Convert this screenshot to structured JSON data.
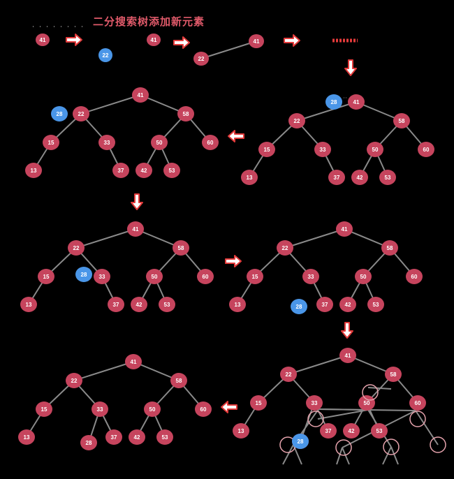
{
  "title": "二分搜索树添加新元素",
  "colors": {
    "node_red": "#c6445d",
    "node_blue": "#4a96e8",
    "node_text": "#ffffff",
    "edge": "#8a8a8a",
    "arrow_stroke": "#e23a3a",
    "arrow_fill": "#ffffff",
    "ghost_stroke": "#e6a3ad",
    "background": "#000000"
  },
  "new_element": "28",
  "steps": [
    {
      "step": 1,
      "nodes": [
        "41"
      ],
      "new_node": null
    },
    {
      "step": 2,
      "nodes": [
        "41"
      ],
      "new_node": "22"
    },
    {
      "step": 3,
      "nodes": [
        "41",
        "22"
      ],
      "new_node": null
    },
    {
      "step": 4,
      "nodes": [],
      "new_node": null
    },
    {
      "step": 5,
      "nodes": [
        "41",
        "22",
        "58",
        "15",
        "33",
        "50",
        "60",
        "13",
        "37",
        "42",
        "53"
      ],
      "new_node": "28",
      "position": "left of 41"
    },
    {
      "step": 6,
      "nodes": [
        "41",
        "22",
        "58",
        "15",
        "33",
        "50",
        "60",
        "13",
        "37",
        "42",
        "53"
      ],
      "new_node": "28",
      "position": "left of 22"
    },
    {
      "step": 7,
      "nodes": [
        "41",
        "22",
        "58",
        "15",
        "33",
        "50",
        "60",
        "13",
        "37",
        "42",
        "53"
      ],
      "new_node": "28",
      "position": "left of 33"
    },
    {
      "step": 8,
      "nodes": [
        "41",
        "22",
        "58",
        "15",
        "33",
        "50",
        "60",
        "13",
        "37",
        "42",
        "53"
      ],
      "new_node": "28",
      "position": "left child slot of 33"
    },
    {
      "step": 9,
      "nodes": [
        "41",
        "22",
        "58",
        "15",
        "33",
        "50",
        "60",
        "13",
        "37",
        "42",
        "53"
      ],
      "new_node": "28",
      "position": "inserted with null leaves shown"
    },
    {
      "step": 10,
      "nodes": [
        "41",
        "22",
        "58",
        "15",
        "33",
        "50",
        "60",
        "13",
        "28",
        "37",
        "42",
        "53"
      ],
      "new_node": null,
      "position": "final"
    }
  ]
}
